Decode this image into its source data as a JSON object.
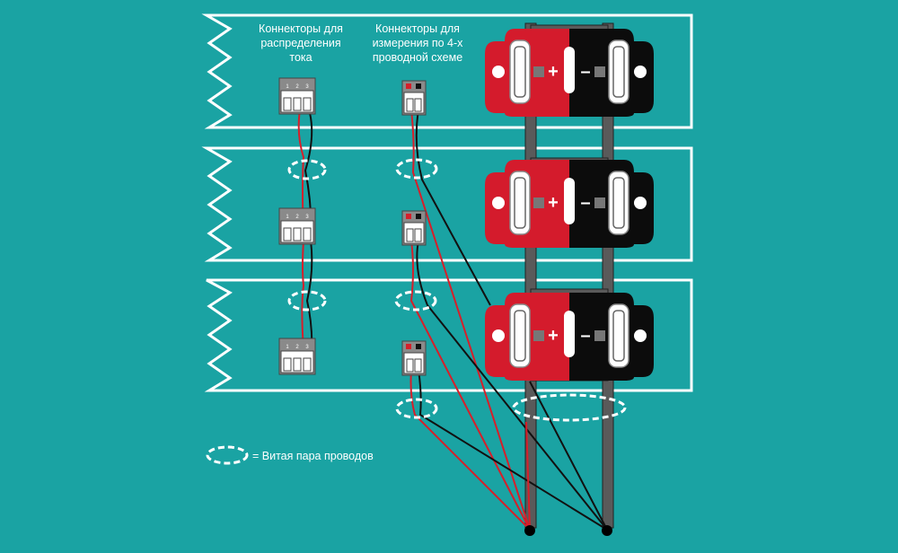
{
  "colors": {
    "background": "#1aa3a3",
    "outline": "#ffffff",
    "wire_red": "#d61f2a",
    "wire_black": "#111111",
    "busbar": "#5a5a5a",
    "terminal_red": "#d41b2c",
    "terminal_black": "#0c0c0c",
    "connector_gray": "#8a8a8a"
  },
  "headers": {
    "current_distribution": [
      "Коннекторы для",
      "распределения",
      "тока"
    ],
    "four_wire_measurement": [
      "Коннекторы для",
      "измерения по 4-х",
      "проводной схеме"
    ]
  },
  "connector_pins": [
    "1",
    "2",
    "3"
  ],
  "battery_signs": {
    "positive": "+",
    "negative": "–"
  },
  "legend": {
    "text": "= Витая пара проводов"
  },
  "icons": {
    "twisted_pair": "dashed-ellipse-icon",
    "ground_node": "filled-dot-icon"
  }
}
